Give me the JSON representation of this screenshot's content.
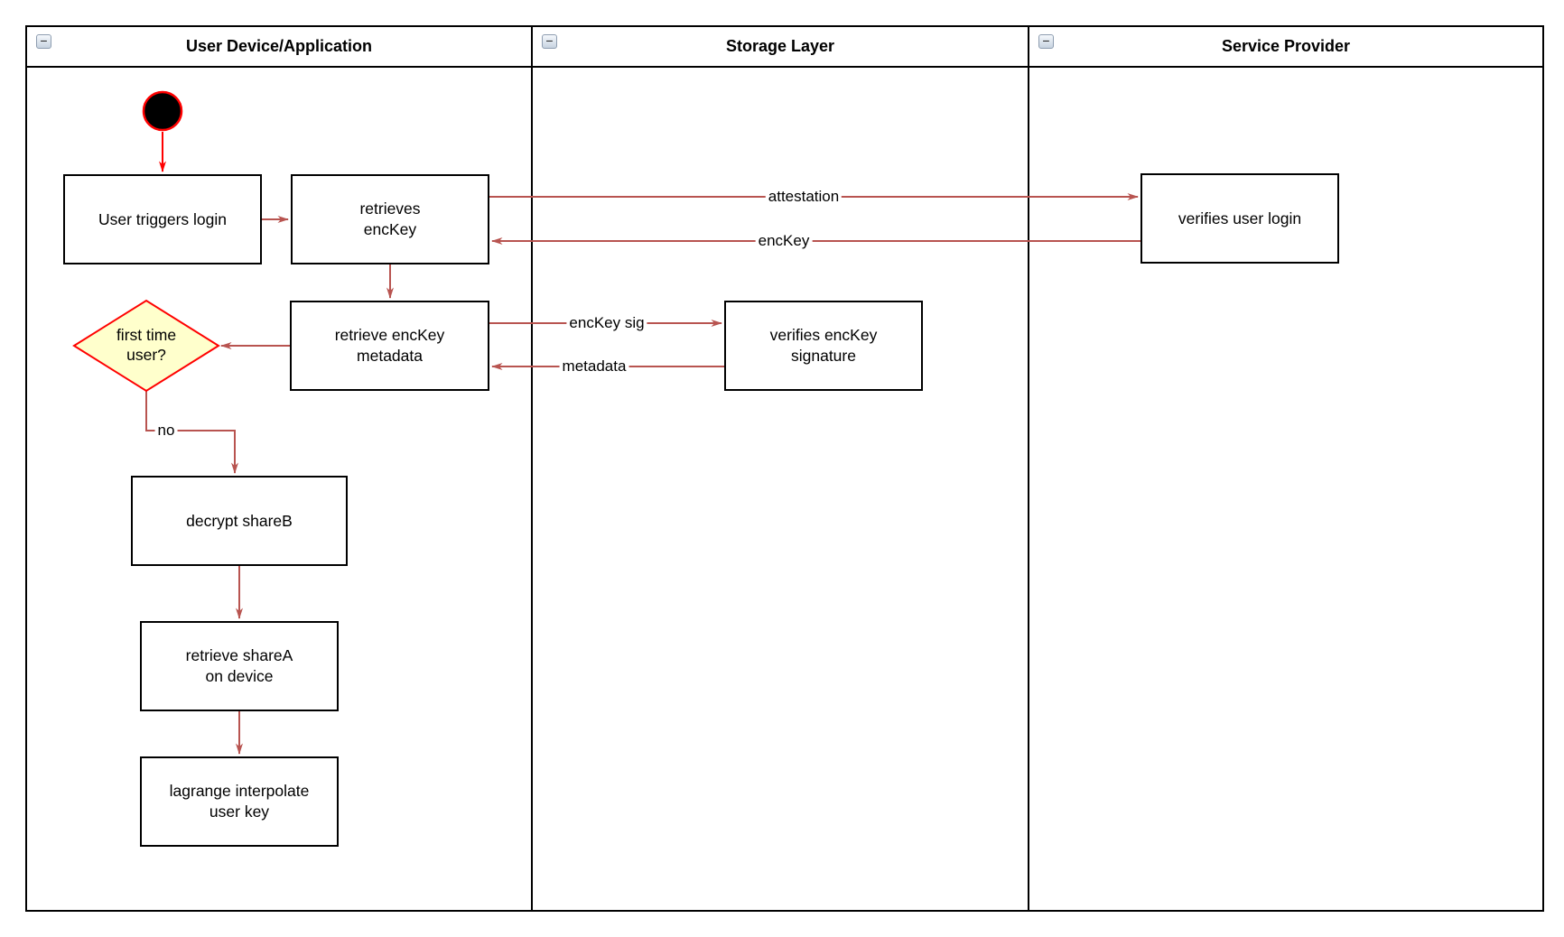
{
  "lanes": [
    {
      "title": "User Device/Application"
    },
    {
      "title": "Storage Layer"
    },
    {
      "title": "Service Provider"
    }
  ],
  "icons": {
    "collapse": "−"
  },
  "nodes": {
    "start": {
      "type": "initial-node"
    },
    "user_triggers_login": {
      "label": "User triggers login"
    },
    "retrieves_enckey": {
      "label": "retrieves\nencKey"
    },
    "retrieve_enckey_metadata": {
      "label": "retrieve encKey\nmetadata"
    },
    "first_time_user": {
      "label": "first time\nuser?",
      "type": "decision"
    },
    "decrypt_shareb": {
      "label": "decrypt shareB"
    },
    "retrieve_sharea": {
      "label": "retrieve shareA\non device"
    },
    "lagrange_interpolate": {
      "label": "lagrange interpolate\nuser key"
    },
    "verifies_enckey_signature": {
      "label": "verifies encKey\nsignature"
    },
    "verifies_user_login": {
      "label": "verifies user login"
    }
  },
  "edge_labels": {
    "attestation": "attestation",
    "enckey": "encKey",
    "enckey_sig": "encKey sig",
    "metadata": "metadata",
    "no": "no"
  },
  "colors": {
    "lane_border": "#000000",
    "node_fill": "#ffffff",
    "node_border": "#000000",
    "edge": "#b85450",
    "edge_start": "#ff0000",
    "start_fill": "#000000",
    "start_stroke": "#ff0000",
    "decision_fill": "#ffffcc",
    "decision_stroke": "#ff0000"
  }
}
